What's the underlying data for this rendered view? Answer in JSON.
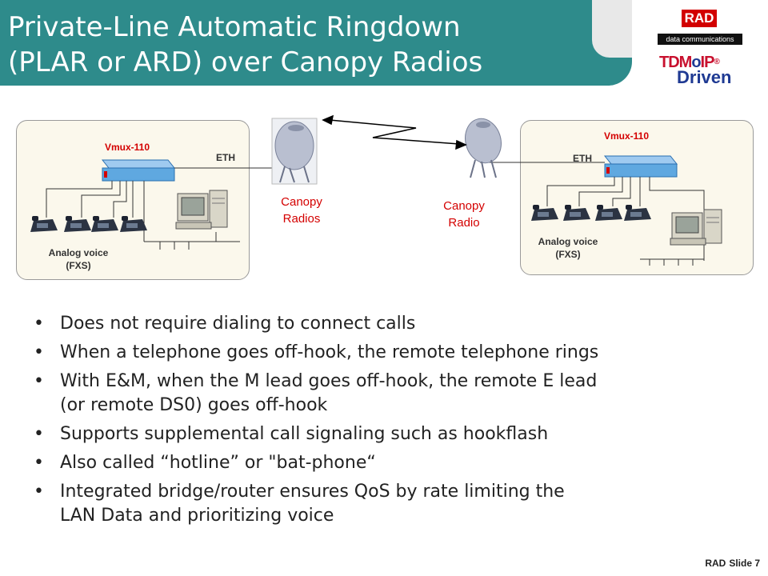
{
  "header": {
    "title_line1": "Private-Line Automatic Ringdown",
    "title_line2": "(PLAR or ARD) over Canopy Radios",
    "color": "#2e8b8b"
  },
  "logo": {
    "brand": "RAD",
    "tagline": "data communications",
    "tdm_text": "TDM",
    "ip_text": "IP",
    "driven_text": "Driven",
    "reg_mark": "®"
  },
  "diagram": {
    "left_site": {
      "device_label": "Vmux-110",
      "eth_label": "ETH",
      "voice_label_line1": "Analog voice",
      "voice_label_line2": "(FXS)"
    },
    "right_site": {
      "device_label": "Vmux-110",
      "eth_label": "ETH",
      "voice_label_line1": "Analog voice",
      "voice_label_line2": "(FXS)"
    },
    "left_canopy_line1": "Canopy",
    "left_canopy_line2": "Radios",
    "right_canopy_line1": "Canopy",
    "right_canopy_line2": "Radio",
    "accent_red": "#d40000",
    "device_blue": "#5fa8e0"
  },
  "bullets": [
    {
      "symbol": "•",
      "lines": [
        "Does not require dialing to connect calls"
      ]
    },
    {
      "symbol": "•",
      "lines": [
        "When a telephone goes off-hook, the remote telephone rings"
      ]
    },
    {
      "symbol": "•",
      "lines": [
        "With E&M, when the M lead goes off-hook, the remote E lead",
        "(or remote DS0) goes off-hook"
      ]
    },
    {
      "symbol": "•",
      "lines": [
        "Supports supplemental call signaling such as hookflash"
      ]
    },
    {
      "symbol": "•",
      "lines": [
        "Also called “hotline” or \"bat-phone“"
      ]
    },
    {
      "symbol": "•",
      "lines": [
        "Integrated bridge/router ensures QoS by rate limiting the",
        "LAN Data and prioritizing voice"
      ]
    }
  ],
  "footer": {
    "brand": "RAD",
    "slide_label": "Slide 7"
  }
}
